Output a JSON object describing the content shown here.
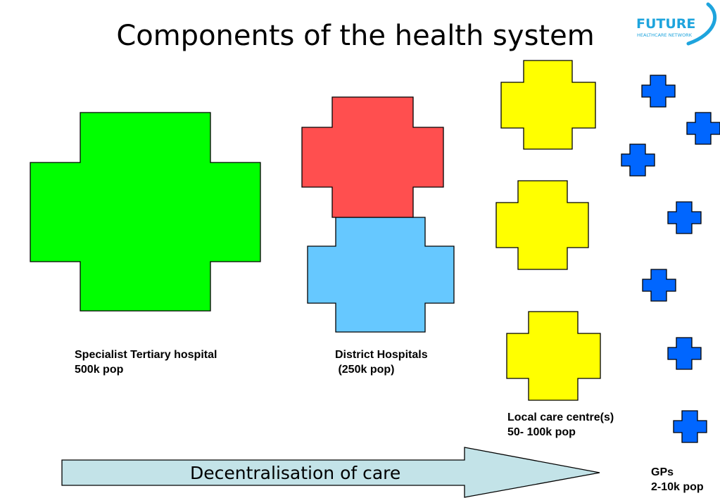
{
  "slide": {
    "title": "Components of the health system"
  },
  "logo": {
    "word": "FUTURE",
    "tagline": "HEALTHCARE NETWORK",
    "color": "#1ea4dd"
  },
  "colors": {
    "tertiary": "#00ff00",
    "district_upper": "#ff4f4f",
    "district_lower": "#66c8ff",
    "local": "#ffff00",
    "gp": "#0066ff",
    "arrow_fill": "#c3e3e8",
    "outline": "#000000"
  },
  "labels": {
    "tertiary_line1": "Specialist Tertiary hospital",
    "tertiary_line2": "500k pop",
    "district_line1": "District Hospitals",
    "district_line2": " (250k pop)",
    "local_line1": "Local care centre(s)",
    "local_line2": "50- 100k pop",
    "gp_line1": "GPs",
    "gp_line2": "2-10k pop"
  },
  "arrow": {
    "label": "Decentralisation of care"
  }
}
